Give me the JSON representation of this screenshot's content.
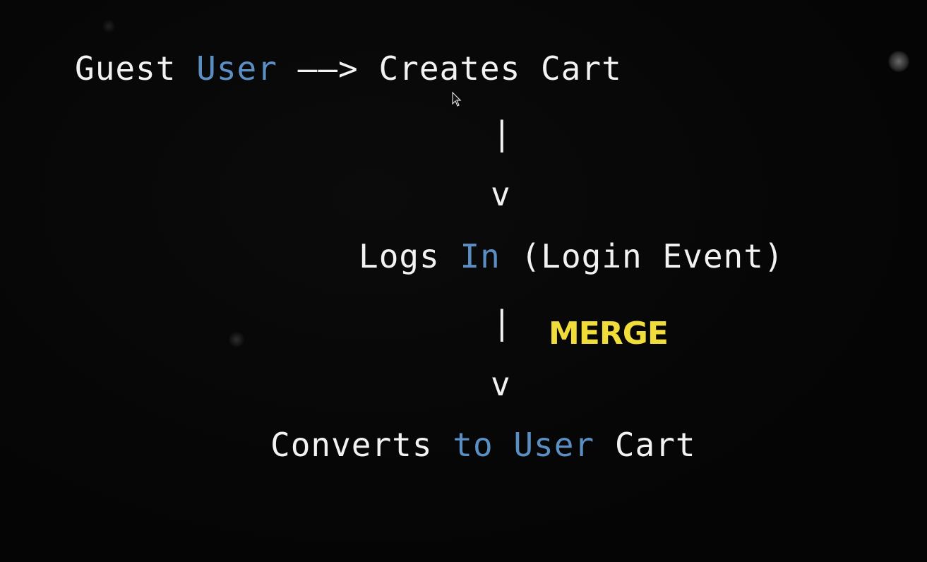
{
  "diagram": {
    "line1": {
      "guest": "Guest ",
      "user": "User",
      "arrow": " ——> ",
      "creates_cart": "Creates Cart"
    },
    "connector1": {
      "bar": "|",
      "head": "v"
    },
    "line2": {
      "logs": "Logs ",
      "in": "In",
      "event": " (Login Event)"
    },
    "connector2": {
      "bar": "|",
      "head": "v",
      "label": "MERGE"
    },
    "line3": {
      "converts": "Converts ",
      "to": "to",
      "space": " ",
      "user": "User",
      "cart": " Cart"
    }
  },
  "colors": {
    "background": "#050505",
    "text": "#f2f2f2",
    "keyword": "#5b8fc4",
    "highlight": "#f1dd3a"
  }
}
